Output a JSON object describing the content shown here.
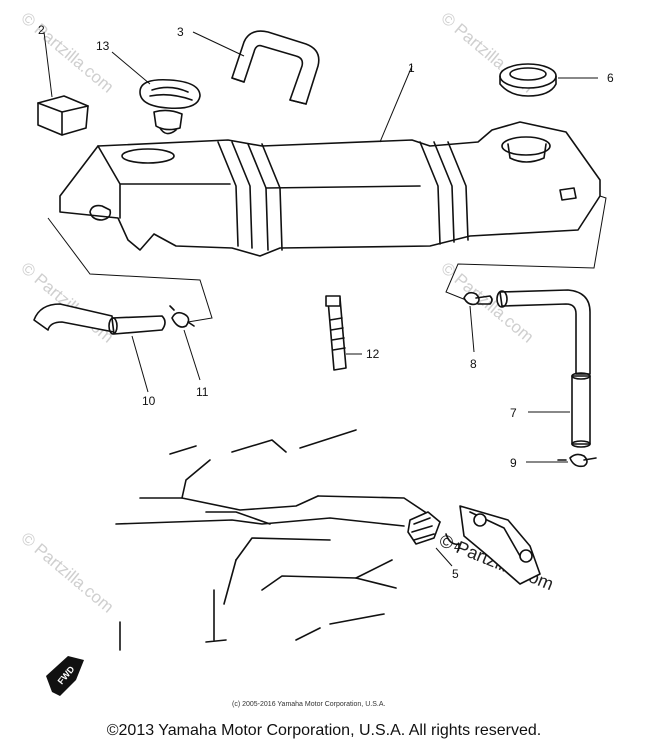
{
  "callouts": {
    "c1": "1",
    "c2": "2",
    "c3": "3",
    "c4": "4",
    "c5": "5",
    "c6": "6",
    "c7": "7",
    "c8": "8",
    "c9": "9",
    "c10": "10",
    "c11": "11",
    "c12": "12",
    "c13": "13"
  },
  "watermarks": {
    "brand": "© Partzilla.com"
  },
  "copyright_small": "(c) 2005-2016 Yamaha Motor Corporation, U.S.A.",
  "fwd_label": "FWD",
  "footer": "©2013 Yamaha Motor Corporation, U.S.A. All rights reserved."
}
